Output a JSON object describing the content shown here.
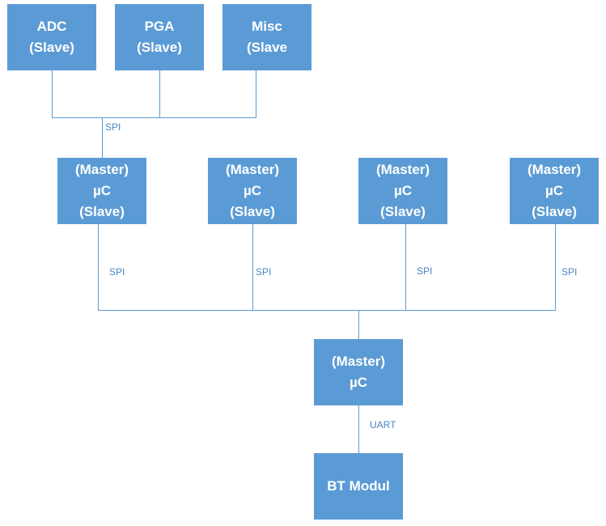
{
  "boxes": {
    "adc": {
      "line1": "ADC",
      "line2": "(Slave)"
    },
    "pga": {
      "line1": "PGA",
      "line2": "(Slave)"
    },
    "misc": {
      "line1": "Misc",
      "line2": "(Slave"
    },
    "uc1": {
      "line1": "(Master)",
      "line2": "µC",
      "line3": "(Slave)"
    },
    "uc2": {
      "line1": "(Master)",
      "line2": "µC",
      "line3": "(Slave)"
    },
    "uc3": {
      "line1": "(Master)",
      "line2": "µC",
      "line3": "(Slave)"
    },
    "uc4": {
      "line1": "(Master)",
      "line2": "µC",
      "line3": "(Slave)"
    },
    "master": {
      "line1": "(Master)",
      "line2": "µC"
    },
    "bt": {
      "line1": "BT Modul"
    }
  },
  "labels": {
    "spi_top": "SPI",
    "spi_1": "SPI",
    "spi_2": "SPI",
    "spi_3": "SPI",
    "spi_4": "SPI",
    "uart": "UART"
  }
}
